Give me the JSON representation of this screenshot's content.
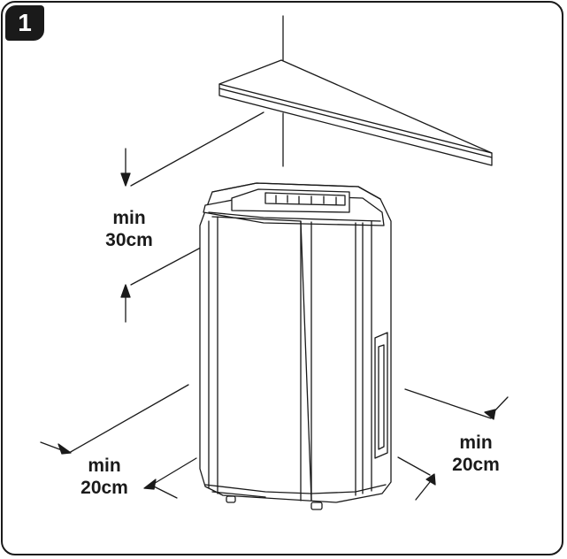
{
  "figure": {
    "step_number": "1",
    "clearances": {
      "top": {
        "line1": "min",
        "line2": "30cm"
      },
      "left": {
        "line1": "min",
        "line2": "20cm"
      },
      "right": {
        "line1": "min",
        "line2": "20cm"
      }
    }
  },
  "colors": {
    "ink": "#1a1a1a",
    "background": "#ffffff"
  }
}
